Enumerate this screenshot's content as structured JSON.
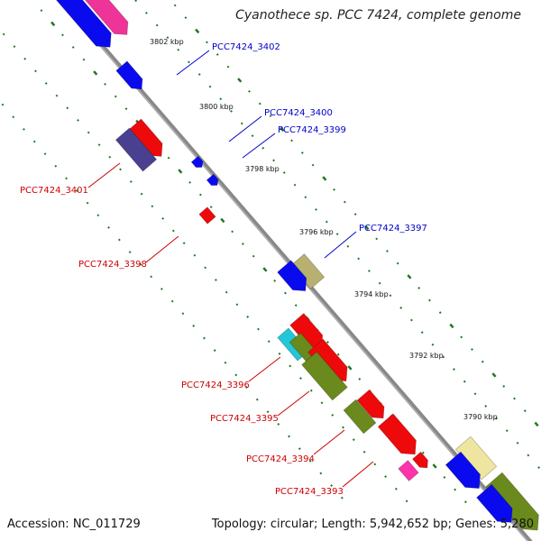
{
  "title": "Cyanothece sp. PCC 7424, complete genome",
  "footer": {
    "accession": "Accession: NC_011729",
    "topology": "Topology: circular; Length: 5,942,652 bp; Genes: 5,280"
  },
  "colors": {
    "backbone": "#808080",
    "tick": "#1e7a1e",
    "forward_label": "#0000cc",
    "reverse_label": "#cc0000",
    "blue": "#0a0aee",
    "pink": "#ee3399",
    "red": "#ee0a0a",
    "navy": "#4a4090",
    "khaki": "#b8b070",
    "olive": "#6a8a1e",
    "cyan": "#22c8d8",
    "lightyellow": "#eee6a0",
    "magenta": "#ff33aa"
  },
  "scale_labels": [
    "3802 kbp",
    "3800 kbp",
    "3798 kbp",
    "3796 kbp",
    "3794 kbp",
    "3792 kbp",
    "3790 kbp"
  ],
  "gene_labels": [
    {
      "text": "PCC7424_3402",
      "strand": "forward"
    },
    {
      "text": "PCC7424_3400",
      "strand": "forward"
    },
    {
      "text": "PCC7424_3399",
      "strand": "forward"
    },
    {
      "text": "PCC7424_3397",
      "strand": "forward"
    },
    {
      "text": "PCC7424_3401",
      "strand": "reverse"
    },
    {
      "text": "PCC7424_3398",
      "strand": "reverse"
    },
    {
      "text": "PCC7424_3396",
      "strand": "reverse"
    },
    {
      "text": "PCC7424_3395",
      "strand": "reverse"
    },
    {
      "text": "PCC7424_3394",
      "strand": "reverse"
    },
    {
      "text": "PCC7424_3393",
      "strand": "reverse"
    }
  ]
}
